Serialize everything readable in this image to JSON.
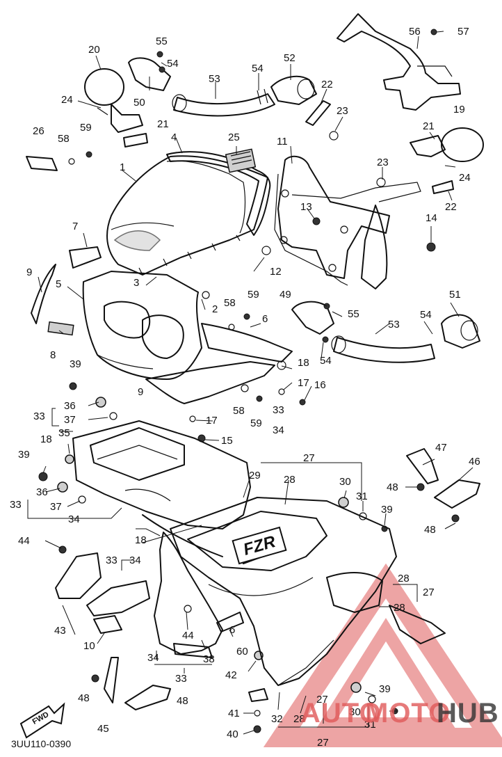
{
  "diagram": {
    "code": "3UU110-0390",
    "fwd_label": "FWD",
    "decal_text": "FZR",
    "callouts": [
      "1",
      "2",
      "3",
      "4",
      "5",
      "6",
      "7",
      "8",
      "9",
      "10",
      "11",
      "12",
      "13",
      "14",
      "15",
      "16",
      "17",
      "18",
      "19",
      "20",
      "21",
      "22",
      "23",
      "24",
      "25",
      "26",
      "27",
      "28",
      "29",
      "30",
      "31",
      "32",
      "33",
      "34",
      "35",
      "36",
      "37",
      "38",
      "39",
      "40",
      "41",
      "42",
      "43",
      "44",
      "45",
      "46",
      "47",
      "48",
      "49",
      "50",
      "51",
      "52",
      "53",
      "54",
      "55",
      "56",
      "57",
      "58",
      "59",
      "60"
    ]
  },
  "watermark": {
    "text_red": "AUTO",
    "text_red2": "MOTO",
    "text_dark": "HUB",
    "color_red": "#e05a5a",
    "color_dark": "#333333"
  }
}
